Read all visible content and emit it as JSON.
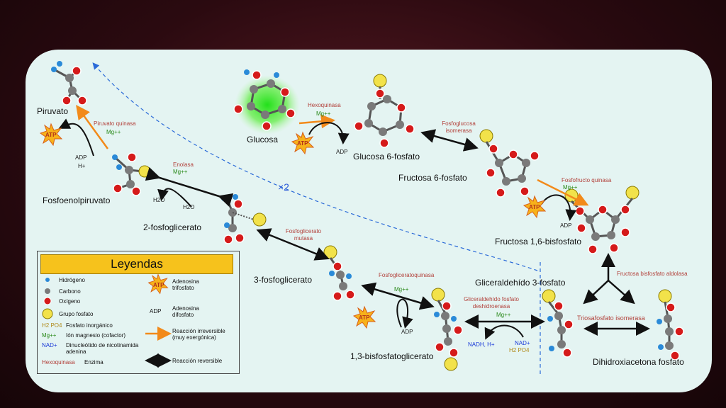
{
  "title_legend": "Leyendas",
  "molecules": {
    "piruvato": "Piruvato",
    "fosfoenolpiruvato": "Fosfoenolpiruvato",
    "dosfosfoglicerato": "2-fosfoglicerato",
    "tresfosfoglicerato": "3-fosfoglicerato",
    "bisfosfoglicerato": "1,3-bisfosfatoglicerato",
    "glucosa": "Glucosa",
    "glucosa6f": "Glucosa 6-fosfato",
    "fructosa6f": "Fructosa 6-fosfato",
    "fructosa16": "Fructosa 1,6-bisfosfato",
    "gliceraldehido": "Gliceraldehído 3-fosfato",
    "dihidroxiacetona": "Dihidroxiacetona fosfato"
  },
  "enzymes": {
    "piruvato_quinasa": "Piruvato quinasa",
    "enolasa": "Enolasa",
    "hexoquinasa": "Hexoquinasa",
    "fosfoglucosa": "Fosfoglucosa isomerasa",
    "fosfofructo": "Fosfofructo quinasa",
    "aldolasa": "Fructosa bisfosfato aldolasa",
    "triosafosfato": "Triosafosfato isomerasa",
    "gapdh": "Gliceraldehído fosfato deshidroenasa",
    "fosfogliceratoquinasa": "Fosfogliceratoquinasa",
    "mutasa": "Fosfoglicerato mutasa"
  },
  "cofactors": {
    "mg": "Mg++",
    "atp": "ATP",
    "adp": "ADP",
    "h_plus": "H+",
    "h2o": "H2O",
    "nadh": "NADH, H+",
    "nad": "NAD+",
    "h2po4": "H2 PO4"
  },
  "multiplier": "×2",
  "legend": {
    "hidrogeno": "Hidrógeno",
    "carbono": "Carbono",
    "oxigeno": "Oxígeno",
    "grupo_fosfato": "Grupo fosfato",
    "fosfato_inorganico_sym": "H2 PO4",
    "fosfato_inorganico": "Fosfato inorgánico",
    "mg_sym": "Mg++",
    "mg_desc": "Ión magnesio (cofactor)",
    "nad_sym": "NAD+",
    "nad_desc": "Dinucleótido de nicotinamida adenina",
    "enzima_sym": "Hexoquinasa",
    "enzima_desc": "Enzima",
    "atp_sym": "ATP",
    "atp_desc": "Adenosina trifosfato",
    "adp_sym": "ADP",
    "adp_desc": "Adenosina difosfato",
    "irreversible": "Reacción irreversible (muy exergónica)",
    "reversible": "Reacción reversible"
  },
  "colors": {
    "oxygen": "#d51a1a",
    "carbon": "#7a7a7a",
    "hydrogen": "#2a8ad8",
    "phosphate": "#f2e24a",
    "irreversible": "#f28a1a",
    "reversible": "#111111",
    "enzyme": "#b2403a",
    "mg": "#2a8a1a",
    "nad": "#1a3ad8"
  }
}
